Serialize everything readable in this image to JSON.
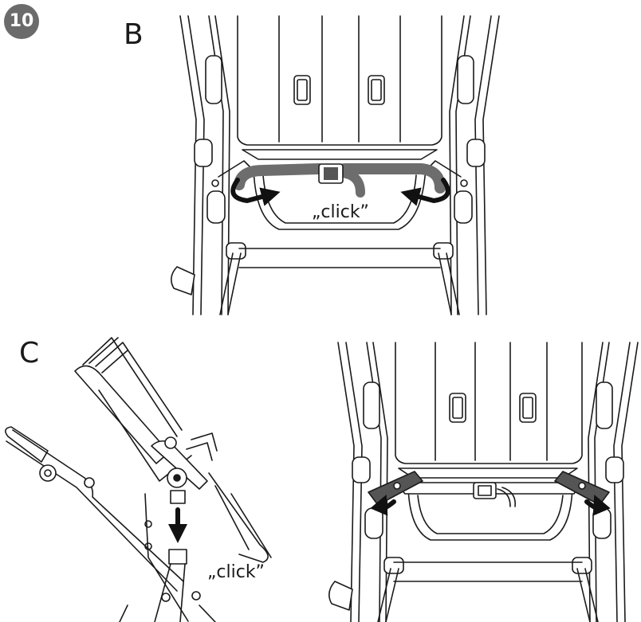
{
  "step_number": "10",
  "panel_b": {
    "label": "B",
    "click_text": "„click”"
  },
  "panel_c": {
    "label": "C",
    "click_text": "„click”"
  },
  "colors": {
    "badge": "#6b6b6b",
    "line": "#1a1a1a",
    "bumper_bar": "#6d6d6d",
    "bracket_dark": "#555555",
    "arrow": "#111111"
  }
}
